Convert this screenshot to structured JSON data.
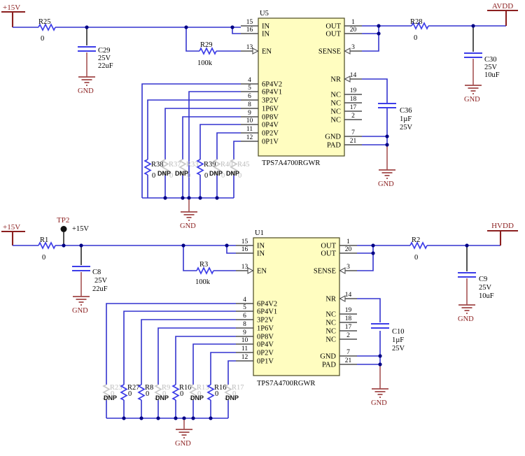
{
  "labels": {
    "gnd": "GND",
    "dnp": "DNP"
  },
  "top": {
    "input_net": "+15V",
    "output_net": "AVDD",
    "chip": {
      "ref": "U5",
      "part": "TPS7A4700RGWR",
      "left_pins": [
        {
          "num": "15",
          "name": "IN"
        },
        {
          "num": "16",
          "name": "IN"
        },
        {
          "num": "13",
          "name": "EN"
        },
        {
          "num": "4",
          "name": "6P4V2"
        },
        {
          "num": "5",
          "name": "6P4V1"
        },
        {
          "num": "6",
          "name": "3P2V"
        },
        {
          "num": "8",
          "name": "1P6V"
        },
        {
          "num": "9",
          "name": "0P8V"
        },
        {
          "num": "10",
          "name": "0P4V"
        },
        {
          "num": "11",
          "name": "0P2V"
        },
        {
          "num": "12",
          "name": "0P1V"
        }
      ],
      "right_pins": [
        {
          "num": "1",
          "name": "OUT"
        },
        {
          "num": "20",
          "name": "OUT"
        },
        {
          "num": "3",
          "name": "SENSE"
        },
        {
          "num": "14",
          "name": "NR"
        },
        {
          "num": "19",
          "name": "NC"
        },
        {
          "num": "18",
          "name": "NC"
        },
        {
          "num": "17",
          "name": "NC"
        },
        {
          "num": "2",
          "name": "NC"
        },
        {
          "num": "7",
          "name": "GND"
        },
        {
          "num": "21",
          "name": "PAD"
        }
      ]
    },
    "r_in": {
      "ref": "R25",
      "value": "0"
    },
    "c_in": {
      "ref": "C29",
      "v1": "25V",
      "v2": "22uF"
    },
    "r_en": {
      "ref": "R29",
      "value": "100k"
    },
    "r_out": {
      "ref": "R28",
      "value": "0"
    },
    "c_out": {
      "ref": "C30",
      "v1": "25V",
      "v2": "10uF"
    },
    "c_nr": {
      "ref": "C36",
      "v1": "1µF",
      "v2": "25V"
    },
    "set_resistors": [
      {
        "ref": "R38",
        "value": "0",
        "dnp": false
      },
      {
        "ref": "R37",
        "value": "0",
        "dnp": true
      },
      {
        "ref": "R33",
        "value": "0",
        "dnp": true
      },
      {
        "ref": "R39",
        "value": "0",
        "dnp": false
      },
      {
        "ref": "R40",
        "value": "0",
        "dnp": true
      },
      {
        "ref": "R45",
        "value": "0",
        "dnp": true
      }
    ]
  },
  "bottom": {
    "input_net": "+15V",
    "output_net": "HVDD",
    "testpoint": {
      "ref": "TP2",
      "net": "+15V"
    },
    "chip": {
      "ref": "U1",
      "part": "TPS7A4700RGWR",
      "left_pins": [
        {
          "num": "15",
          "name": "IN"
        },
        {
          "num": "16",
          "name": "IN"
        },
        {
          "num": "13",
          "name": "EN"
        },
        {
          "num": "4",
          "name": "6P4V2"
        },
        {
          "num": "5",
          "name": "6P4V1"
        },
        {
          "num": "6",
          "name": "3P2V"
        },
        {
          "num": "8",
          "name": "1P6V"
        },
        {
          "num": "9",
          "name": "0P8V"
        },
        {
          "num": "10",
          "name": "0P4V"
        },
        {
          "num": "11",
          "name": "0P2V"
        },
        {
          "num": "12",
          "name": "0P1V"
        }
      ],
      "right_pins": [
        {
          "num": "1",
          "name": "OUT"
        },
        {
          "num": "20",
          "name": "OUT"
        },
        {
          "num": "3",
          "name": "SENSE"
        },
        {
          "num": "14",
          "name": "NR"
        },
        {
          "num": "19",
          "name": "NC"
        },
        {
          "num": "18",
          "name": "NC"
        },
        {
          "num": "17",
          "name": "NC"
        },
        {
          "num": "2",
          "name": "NC"
        },
        {
          "num": "7",
          "name": "GND"
        },
        {
          "num": "21",
          "name": "PAD"
        }
      ]
    },
    "r_in": {
      "ref": "R1",
      "value": "0"
    },
    "c_in": {
      "ref": "C8",
      "v1": "25V",
      "v2": "22uF"
    },
    "r_en": {
      "ref": "R3",
      "value": "100k"
    },
    "r_out": {
      "ref": "R2",
      "value": "0"
    },
    "c_out": {
      "ref": "C9",
      "v1": "25V",
      "v2": "10uF"
    },
    "c_nr": {
      "ref": "C10",
      "v1": "1µF",
      "v2": "25V"
    },
    "set_resistors": [
      {
        "ref": "R23",
        "value": "0",
        "dnp": true
      },
      {
        "ref": "R27",
        "value": "0",
        "dnp": false
      },
      {
        "ref": "R8",
        "value": "0",
        "dnp": false
      },
      {
        "ref": "R9",
        "value": "0",
        "dnp": true
      },
      {
        "ref": "R10",
        "value": "0",
        "dnp": false
      },
      {
        "ref": "R13",
        "value": "0",
        "dnp": true
      },
      {
        "ref": "R16",
        "value": "0",
        "dnp": false
      },
      {
        "ref": "R17",
        "value": "0",
        "dnp": true
      }
    ]
  }
}
